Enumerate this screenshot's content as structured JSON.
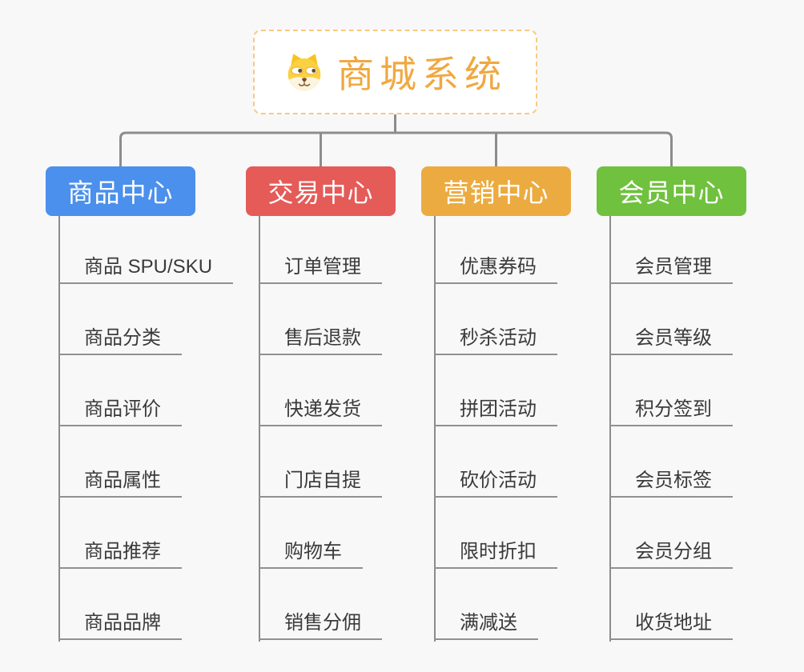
{
  "theme": {
    "background": "#f8f8f8",
    "connector_line": "#8c8c8c",
    "leaf_underline": "#909090",
    "leaf_text": "#3a3a3a"
  },
  "root": {
    "title": "商城系统",
    "icon": "dog-face-icon",
    "text_color": "#f0a840",
    "border_color": "#f6ca84"
  },
  "branches": [
    {
      "label": "商品中心",
      "color": "#4a90ec",
      "items": [
        "商品 SPU/SKU",
        "商品分类",
        "商品评价",
        "商品属性",
        "商品推荐",
        "商品品牌"
      ]
    },
    {
      "label": "交易中心",
      "color": "#e45b58",
      "items": [
        "订单管理",
        "售后退款",
        "快递发货",
        "门店自提",
        "购物车",
        "销售分佣"
      ]
    },
    {
      "label": "营销中心",
      "color": "#ecab40",
      "items": [
        "优惠券码",
        "秒杀活动",
        "拼团活动",
        "砍价活动",
        "限时折扣",
        "满减送"
      ]
    },
    {
      "label": "会员中心",
      "color": "#70c13e",
      "items": [
        "会员管理",
        "会员等级",
        "积分签到",
        "会员标签",
        "会员分组",
        "收货地址"
      ]
    }
  ]
}
